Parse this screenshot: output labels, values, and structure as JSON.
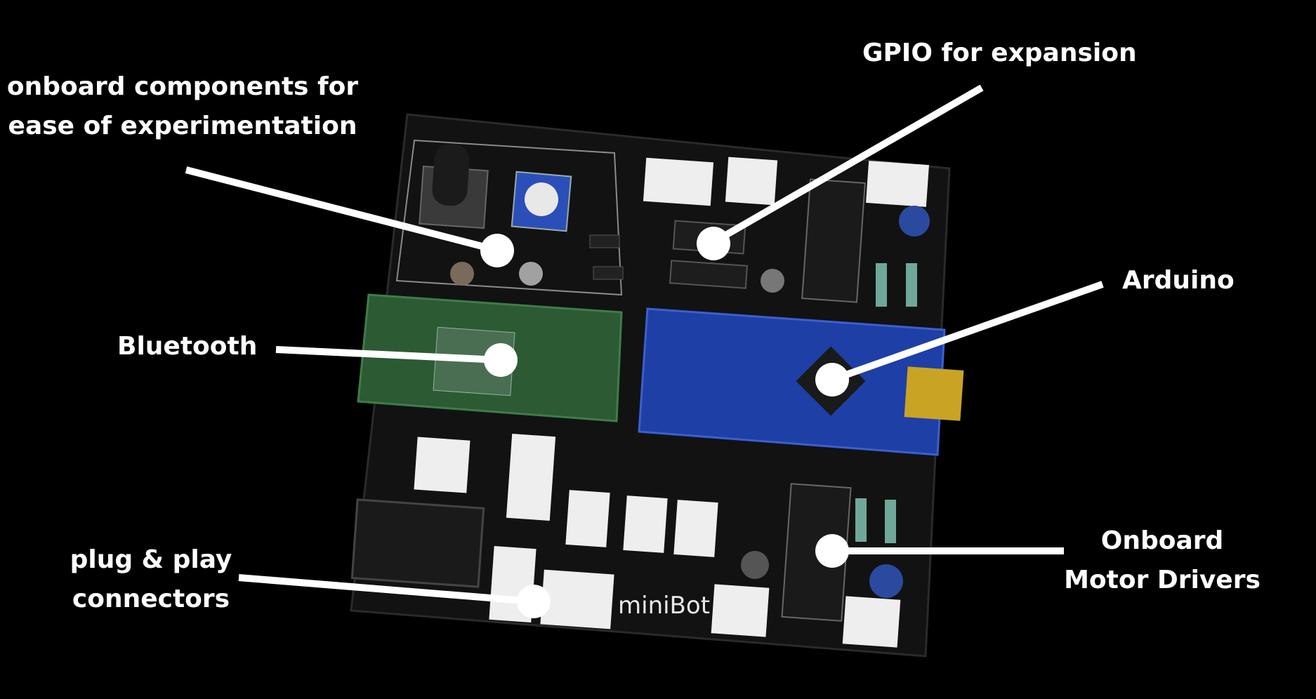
{
  "colors": {
    "background": "#000000",
    "label_text": "#ffffff",
    "leader_line": "#ffffff",
    "pcb": "#111111",
    "arduino": "#1e3fa6",
    "bluetooth": "#2b5a33",
    "connector": "#eeeeee"
  },
  "board": {
    "silkscreen_name": "miniBot"
  },
  "callouts": [
    {
      "id": "onboard-components",
      "lines": [
        "onboard components for",
        "ease of experimentation"
      ]
    },
    {
      "id": "gpio",
      "lines": [
        "GPIO for expansion"
      ]
    },
    {
      "id": "arduino",
      "lines": [
        "Arduino"
      ]
    },
    {
      "id": "bluetooth",
      "lines": [
        "Bluetooth"
      ]
    },
    {
      "id": "plug-play",
      "lines": [
        "plug & play",
        "connectors"
      ]
    },
    {
      "id": "motor-drivers",
      "lines": [
        "Onboard",
        "Motor Drivers"
      ]
    }
  ]
}
